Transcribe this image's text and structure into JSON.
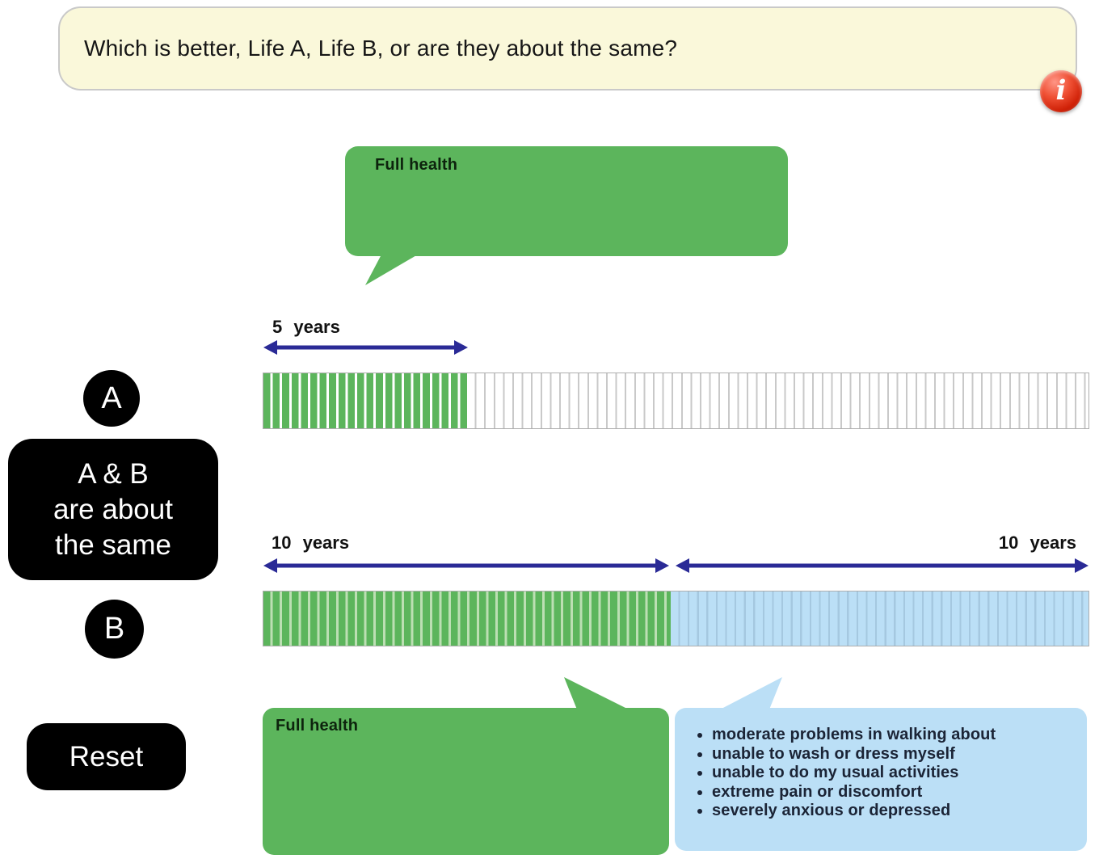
{
  "question": {
    "text": "Which is better, Life A, Life B, or are they about the same?",
    "info_icon_glyph": "i"
  },
  "life_a": {
    "badge": "A",
    "duration_label": "5 years",
    "full_health_label": "Full health",
    "bar_segments": [
      {
        "name": "full-health",
        "years": 5,
        "color": "green"
      },
      {
        "name": "empty",
        "color": "white"
      }
    ]
  },
  "life_b": {
    "badge": "B",
    "full_health_duration_label": "10 years",
    "impaired_duration_label": "10 years",
    "full_health_label": "Full health",
    "impaired_state_items": [
      "moderate problems in walking about",
      "unable to wash or dress myself",
      "unable to do my usual activities",
      "extreme pain or discomfort",
      "severely anxious or depressed"
    ],
    "bar_segments": [
      {
        "name": "full-health",
        "years": 10,
        "color": "green"
      },
      {
        "name": "impaired-state",
        "years": 10,
        "color": "light-blue"
      }
    ]
  },
  "controls": {
    "same_button_label": "A & B\nare about\nthe same",
    "reset_label": "Reset"
  },
  "colors": {
    "full_health_green": "#5cb55c",
    "impaired_blue": "#bbdff6",
    "arrow_navy": "#2a2a96",
    "question_yellow": "#faf8da",
    "control_black": "#000000",
    "info_red": "#d02208"
  }
}
